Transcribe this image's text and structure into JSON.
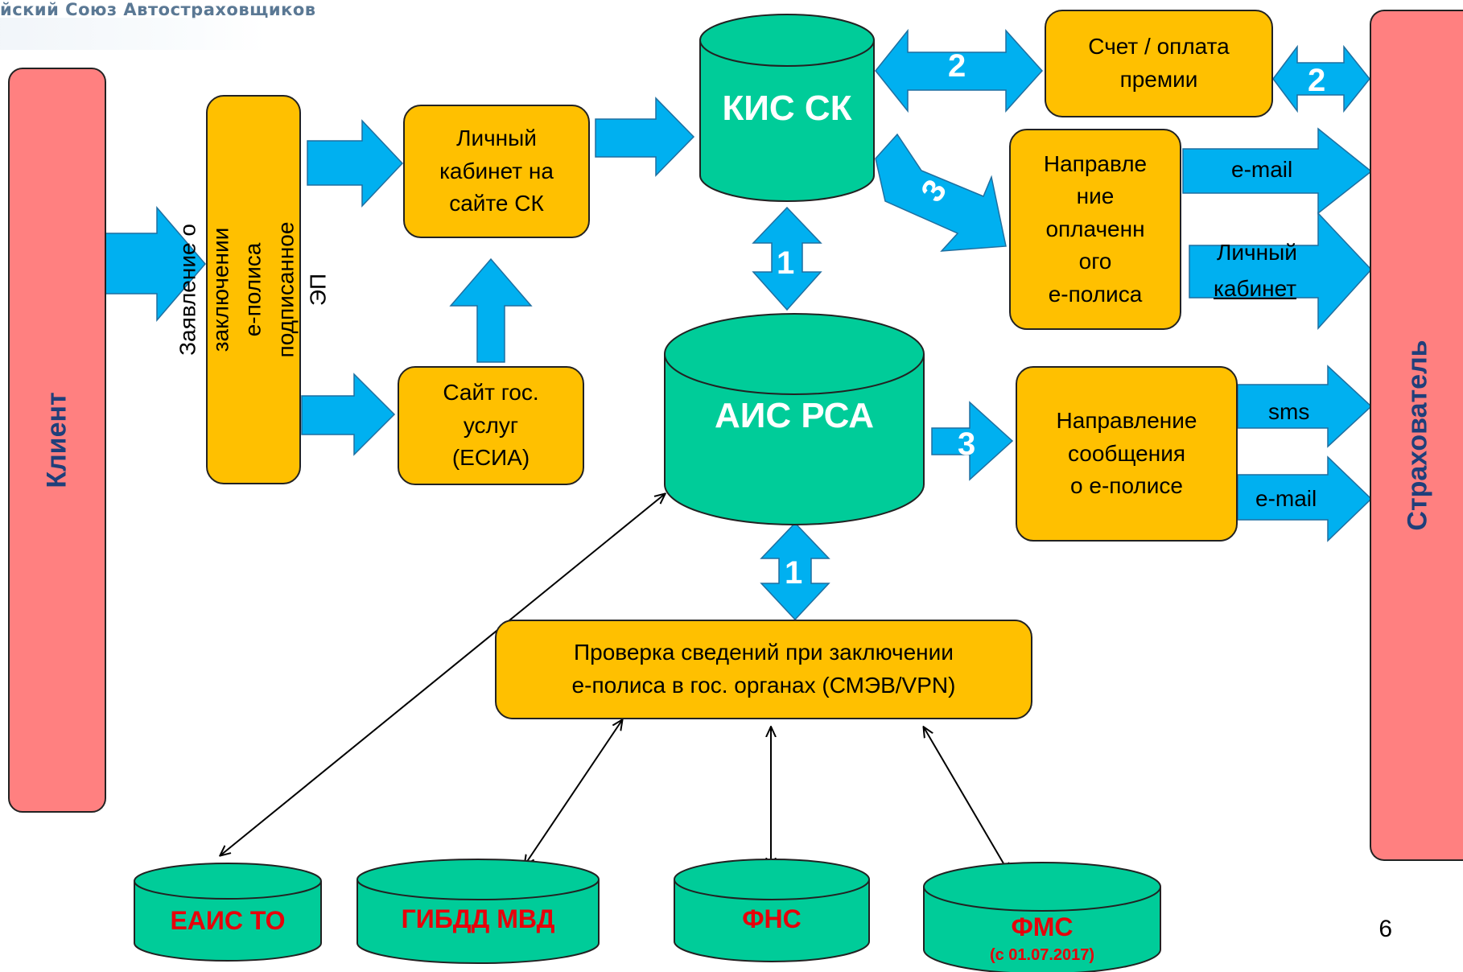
{
  "header": {
    "org_text": "йский Союз Автостраховщиков"
  },
  "client": {
    "label": "Клиент"
  },
  "insured": {
    "label": "Страхователь"
  },
  "application": {
    "text": "Заявление о заключении\nе-полиса подписанное ЭП"
  },
  "cabinet": {
    "text": "Личный\nкабинет на\nсайте СК"
  },
  "gosuslugi": {
    "text": "Сайт гос.\nуслуг\n(ЕСИА)"
  },
  "kis": {
    "label": "КИС СК"
  },
  "ais": {
    "label": "АИС РСА"
  },
  "invoice": {
    "text": "Счет / оплата\nпремии"
  },
  "sending_policy": {
    "text": "Направле\nние\nоплаченн\nого\nе-полиса"
  },
  "sending_message": {
    "text": "Направление\nсообщения\nо е-полисе"
  },
  "verification": {
    "text": "Проверка сведений при заключении\nе-полиса в гос. органах (СМЭВ/VPN)"
  },
  "channels": {
    "email_top": "e-mail",
    "cabinet_line1": "Личный",
    "cabinet_line2": "кабинет",
    "sms": "sms",
    "email_bottom": "e-mail"
  },
  "step_numbers": {
    "kis_invoice": "2",
    "invoice_insured": "2",
    "kis_sending": "3",
    "kis_ais": "1",
    "ais_sending": "3",
    "ais_verification": "1"
  },
  "databases": [
    {
      "label": "ЕАИС ТО",
      "sub": ""
    },
    {
      "label": "ГИБДД МВД",
      "sub": ""
    },
    {
      "label": "ФНС",
      "sub": ""
    },
    {
      "label": "ФМС",
      "sub": "(с 01.07.2017)"
    }
  ],
  "page_number": "6",
  "colors": {
    "pink": "#ff8080",
    "orange": "#ffc000",
    "green": "#00cc99",
    "arrow_blue": "#00b0f0",
    "db_text_red": "#e8000a",
    "label_navy": "#1f3f7a"
  }
}
